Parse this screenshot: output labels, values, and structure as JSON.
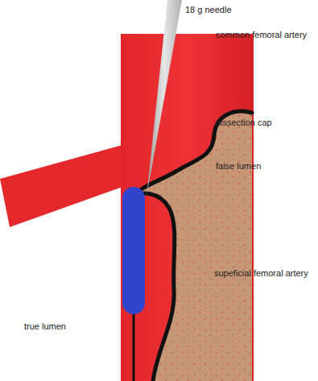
{
  "diagram": {
    "labels": [
      "18 g needle",
      "common femoral artery",
      "dissection cap",
      "false lumen",
      "supeficial femoral artery",
      "true lumen"
    ]
  }
}
